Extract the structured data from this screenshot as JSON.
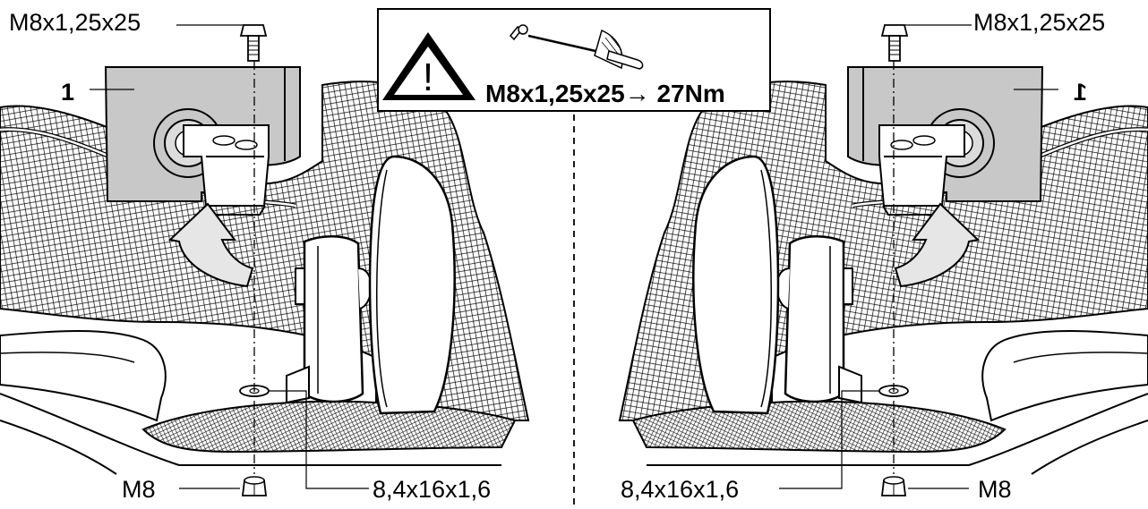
{
  "labels": {
    "bolt_left": "M8x1,25x25",
    "bolt_right": "M8x1,25x25",
    "part_left": "1",
    "part_right": "1",
    "nut_left": "M8",
    "nut_right": "M8",
    "washer_left": "8,4x16x1,6",
    "washer_right": "8,4x16x1,6"
  },
  "warning": {
    "symbol": "!",
    "torque_text": "M8x1,25x25→ 27Nm",
    "icons": [
      "warning-triangle-icon",
      "torque-wrench-icon"
    ]
  },
  "colors": {
    "part_fill": "#c8c8c8",
    "arrow_fill": "#e6e6e6",
    "line": "#000000"
  }
}
